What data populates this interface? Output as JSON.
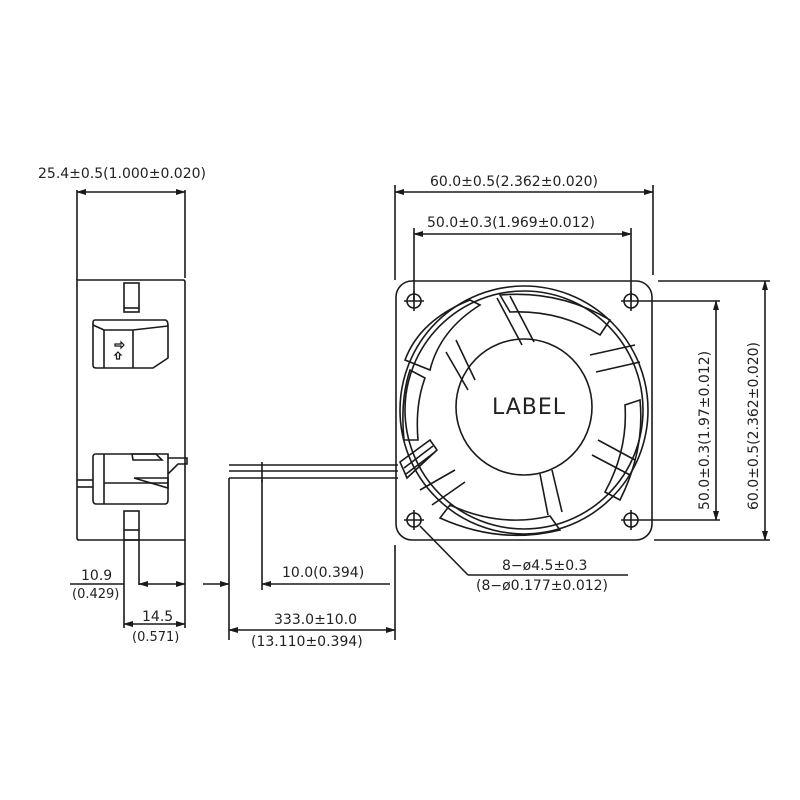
{
  "drawing": {
    "title": "60mm fan outline dimension drawing",
    "stroke_color": "#1a1a1a",
    "background": "#ffffff",
    "hub_label": "LABEL",
    "dimensions": {
      "side_depth": "25.4±0.5(1.000±0.020)",
      "frame_width": "60.0±0.5(2.362±0.020)",
      "hole_spacing_h": "50.0±0.3(1.969±0.012)",
      "hole_spacing_v": "50.0±0.3(1.97±0.012)",
      "frame_height": "60.0±0.5(2.362±0.020)",
      "strip_length": "10.0(0.394)",
      "lead_length_mm": "333.0±10.0",
      "lead_length_in": "(13.110±0.394)",
      "holes_mm": "8−ø4.5±0.3",
      "holes_in": "(8−ø0.177±0.012)",
      "connector_offset_mm": "10.9",
      "connector_offset_in": "(0.429)",
      "connector_width_mm": "14.5",
      "connector_width_in": "(0.571)"
    },
    "side_view": {
      "arrows": [
        "airflow-arrow",
        "rotation-arrow"
      ]
    }
  }
}
